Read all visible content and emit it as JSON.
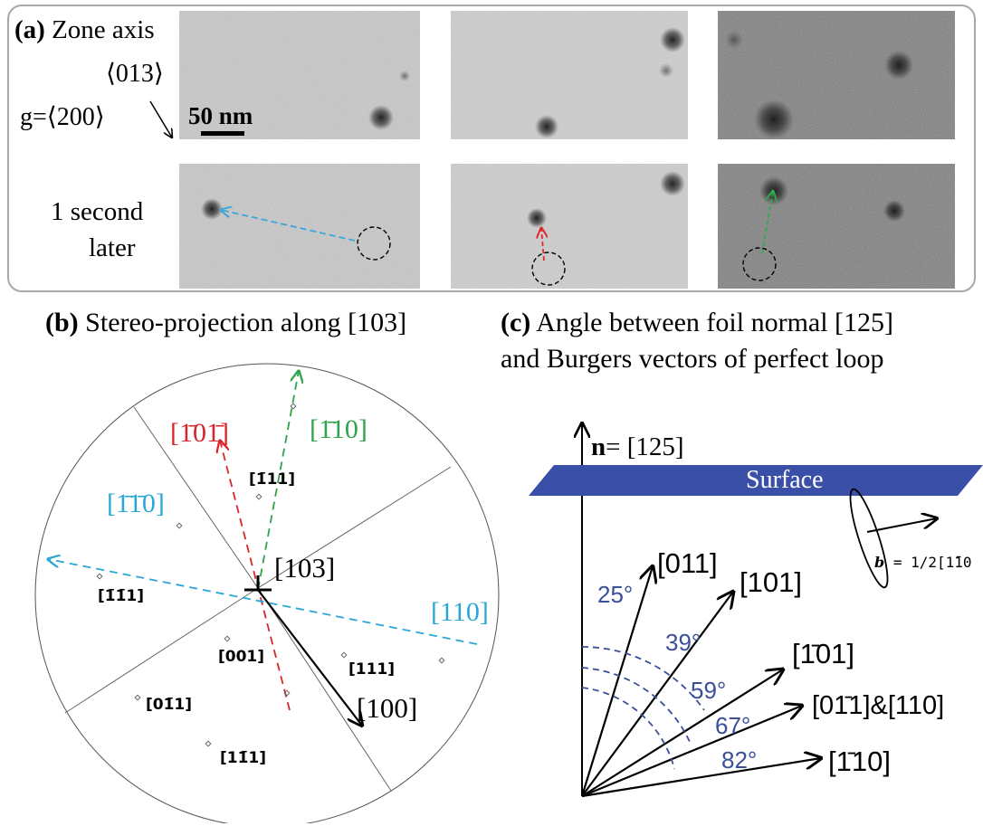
{
  "panel_a": {
    "label": "(a)",
    "zone_axis_line1": "Zone axis",
    "zone_axis_line2": "⟨013⟩",
    "g_vector": "g=⟨200⟩",
    "scale_bar": "50 nm",
    "later_line1": "1 second",
    "later_line2": "later",
    "arrow_colors": [
      "#3ba6d8",
      "#e0282e",
      "#2fa84f"
    ]
  },
  "panel_b": {
    "label": "(b)",
    "title": "Stereo-projection along [103]",
    "poles": {
      "m10m1": "[1̄01̄]",
      "m110": "[1̄10]",
      "m1m10": "[1̄1̄0]",
      "m111": "[1̄11]",
      "m1m11": "[1̄1̄1]",
      "p103": "[103]",
      "p001": "[001]",
      "p110": "[110]",
      "p111": "[111]",
      "p0m11": "[01̄1]",
      "p100": "[100]",
      "p1m11": "[11̄1]"
    },
    "colors": {
      "red": "#d9252a",
      "green": "#2ea349",
      "cyan": "#2aa7d6"
    }
  },
  "panel_c": {
    "label": "(c)",
    "title_line1": "Angle between foil normal [125]",
    "title_line2": "and Burgers vectors of perfect loop",
    "normal_bold": "n",
    "normal_rest": "= [125]",
    "surface": "Surface",
    "burgers_b": "b",
    "burgers_rest": " = 1/2[1̄10",
    "vectors": [
      "[011]",
      "[101]",
      "[1̄01]",
      "[01̄1]&[110]",
      "[1̄10]"
    ],
    "angles": [
      "25°",
      "39°",
      "59°",
      "67°",
      "82°"
    ],
    "surface_color": "#3a4fa8",
    "angle_color": "#3a4f9a"
  }
}
